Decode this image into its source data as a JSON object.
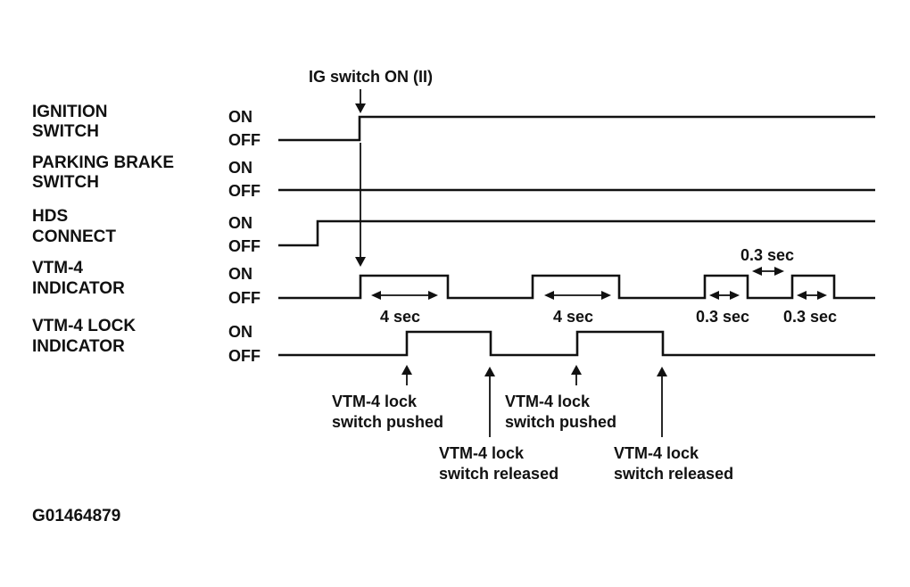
{
  "colors": {
    "ink": "#111111",
    "background": "#ffffff"
  },
  "signals": [
    {
      "id": "ignition",
      "label_lines": [
        "IGNITION",
        "SWITCH"
      ],
      "on_label": "ON",
      "off_label": "OFF"
    },
    {
      "id": "parking",
      "label_lines": [
        "PARKING BRAKE",
        "SWITCH"
      ],
      "on_label": "ON",
      "off_label": "OFF"
    },
    {
      "id": "hds",
      "label_lines": [
        "HDS",
        "CONNECT"
      ],
      "on_label": "ON",
      "off_label": "OFF"
    },
    {
      "id": "vtm",
      "label_lines": [
        "VTM-4",
        "INDICATOR"
      ],
      "on_label": "ON",
      "off_label": "OFF"
    },
    {
      "id": "lock",
      "label_lines": [
        "VTM-4 LOCK",
        "INDICATOR"
      ],
      "on_label": "ON",
      "off_label": "OFF"
    }
  ],
  "annotations": {
    "ig_on": "IG switch ON (II)",
    "vtm_4sec_1": "4 sec",
    "vtm_4sec_2": "4 sec",
    "blink_gap": "0.3 sec",
    "blink_on_1": "0.3 sec",
    "blink_on_2": "0.3 sec",
    "pushed_1": [
      "VTM-4 lock",
      "switch pushed"
    ],
    "released_1": [
      "VTM-4 lock",
      "switch released"
    ],
    "pushed_2": [
      "VTM-4 lock",
      "switch pushed"
    ],
    "released_2": [
      "VTM-4 lock",
      "switch released"
    ]
  },
  "figure_code": "G01464879"
}
